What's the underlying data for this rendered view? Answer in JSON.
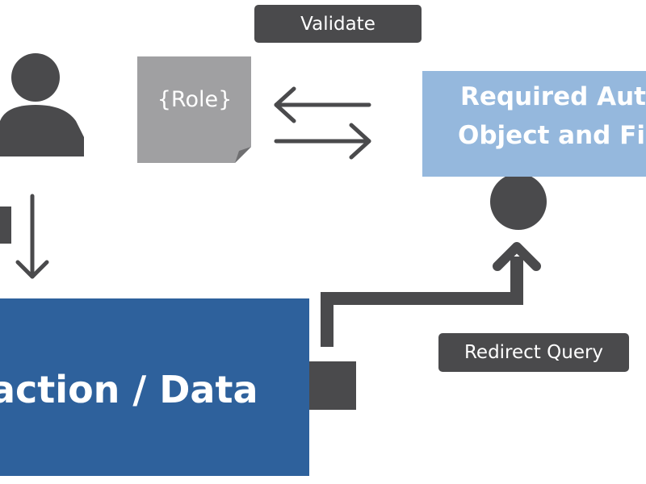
{
  "labels": {
    "validate": "Validate",
    "role": "{Role}",
    "auth_object_line1": "Required Auth",
    "auth_object_line2": "Object and Fie",
    "transaction": "action / Data",
    "redirect": "Redirect Query"
  },
  "colors": {
    "dark_gray": "#4a4a4c",
    "role_gray": "#a0a0a2",
    "light_blue": "#95b8dd",
    "dark_blue": "#2e619c",
    "white": "#ffffff"
  },
  "icons": [
    "user-icon",
    "document-icon",
    "circle-node-icon"
  ]
}
